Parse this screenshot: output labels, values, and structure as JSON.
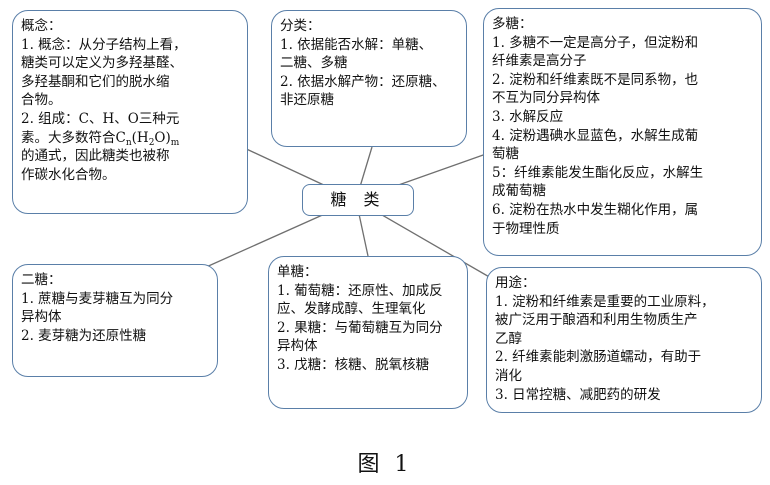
{
  "center": "糖 类",
  "concept": {
    "title": "概念：",
    "lines": [
      "1. 概念：从分子结构上看，",
      "糖类可以定义为多羟基醛、",
      "多羟基酮和它们的脱水缩",
      "合物。",
      "2. 组成：C、H、O三种元",
      "素。大多数符合",
      "的通式，因此糖类也被称",
      "作碳水化合物。"
    ],
    "formula": {
      "c": "C",
      "n": "n",
      "paren_open": "(H",
      "two": "2",
      "o": "O)",
      "m": "m"
    }
  },
  "classify": {
    "title": "分类：",
    "lines": [
      "1. 依据能否水解：单糖、",
      "二糖、多糖",
      "2. 依据水解产物：还原糖、",
      "非还原糖"
    ]
  },
  "poly": {
    "title": "多糖：",
    "lines": [
      "1. 多糖不一定是高分子，但淀粉和",
      "纤维素是高分子",
      "2. 淀粉和纤维素既不是同系物，也",
      "不互为同分异构体",
      "3. 水解反应",
      "4. 淀粉遇碘水显蓝色，水解生成葡",
      "萄糖",
      "5：纤维素能发生酯化反应，水解生",
      "成葡萄糖",
      "6. 淀粉在热水中发生糊化作用，属",
      "于物理性质"
    ]
  },
  "di": {
    "title": "二糖：",
    "lines": [
      "1. 蔗糖与麦芽糖互为同分",
      "异构体",
      "2. 麦芽糖为还原性糖"
    ]
  },
  "mono": {
    "title": "单糖：",
    "lines": [
      "1. 葡萄糖：还原性、加成反",
      "应、发酵成醇、生理氧化",
      "2. 果糖：与葡萄糖互为同分",
      "异构体",
      "3. 戊糖：核糖、脱氧核糖"
    ]
  },
  "use": {
    "title": "用途：",
    "lines": [
      "1. 淀粉和纤维素是重要的工业原料，",
      "被广泛用于酿酒和利用生物质生产",
      "乙醇",
      "2. 纤维素能刺激肠道蠕动，有助于",
      "消化",
      "3. 日常控糖、减肥药的研发"
    ]
  },
  "caption": "图 1",
  "colors": {
    "border": "#5a7fa8",
    "line": "#6f6f6f"
  }
}
